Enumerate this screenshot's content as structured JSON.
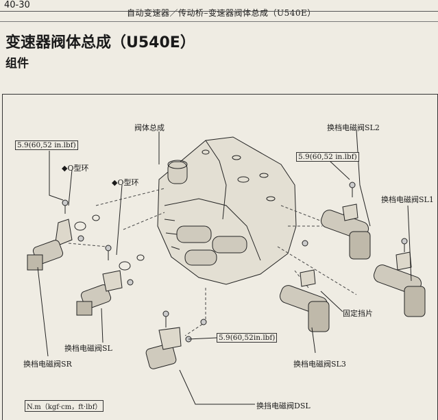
{
  "header": {
    "page_number": "40-30",
    "title": "自动变速器／传动桥–变速器阀体总成（U540E）"
  },
  "section": {
    "title": "变速器阀体总成（U540E）",
    "subtitle": "组件"
  },
  "labels": {
    "valve_body": "阀体总成",
    "sl2": "换档电磁阀SL2",
    "sl1": "换档电磁阀SL1",
    "o_ring_1": "◆O型环",
    "o_ring_2": "◆O型环",
    "fixing_plate": "固定挡片",
    "sl": "换档电磁阀SL",
    "sr": "换档电磁阀SR",
    "sl3": "换档电磁阀SL3",
    "dsl": "换挡电磁阀DSL"
  },
  "torque": {
    "t1": "5.9(60,52 in.lbf)",
    "t2": "5.9(60,52 in.lbf)",
    "t3": "5.9(60,52in.lbf)"
  },
  "legend": {
    "units": "N.m（kgf·cm，ft·lbf）"
  },
  "colors": {
    "paper": "#efece3",
    "ink": "#1a1a1a"
  }
}
